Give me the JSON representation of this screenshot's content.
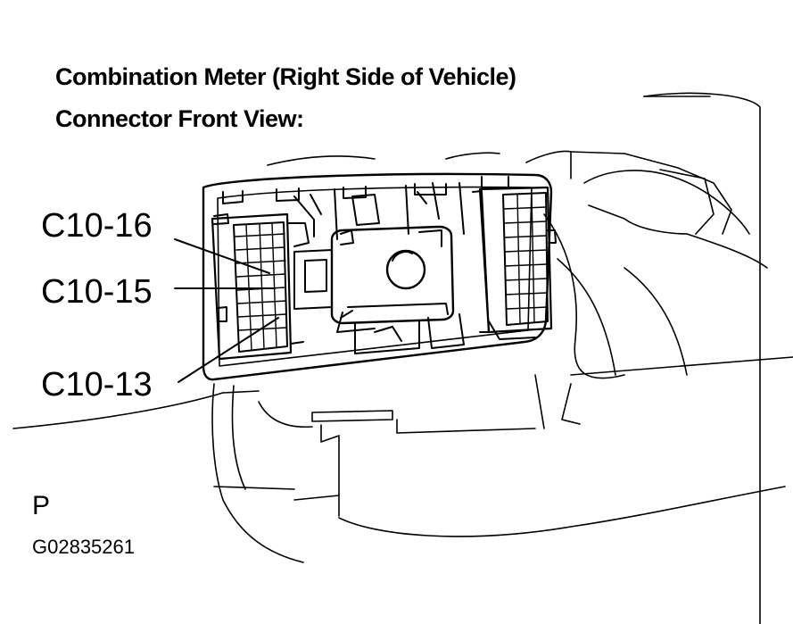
{
  "title_line1": "Combination Meter (Right Side of Vehicle)",
  "title_line2": "Connector Front View:",
  "callouts": [
    {
      "label": "C10-16"
    },
    {
      "label": "C10-15"
    },
    {
      "label": "C10-13"
    }
  ],
  "view_marker": "P",
  "figure_id": "G02835261"
}
